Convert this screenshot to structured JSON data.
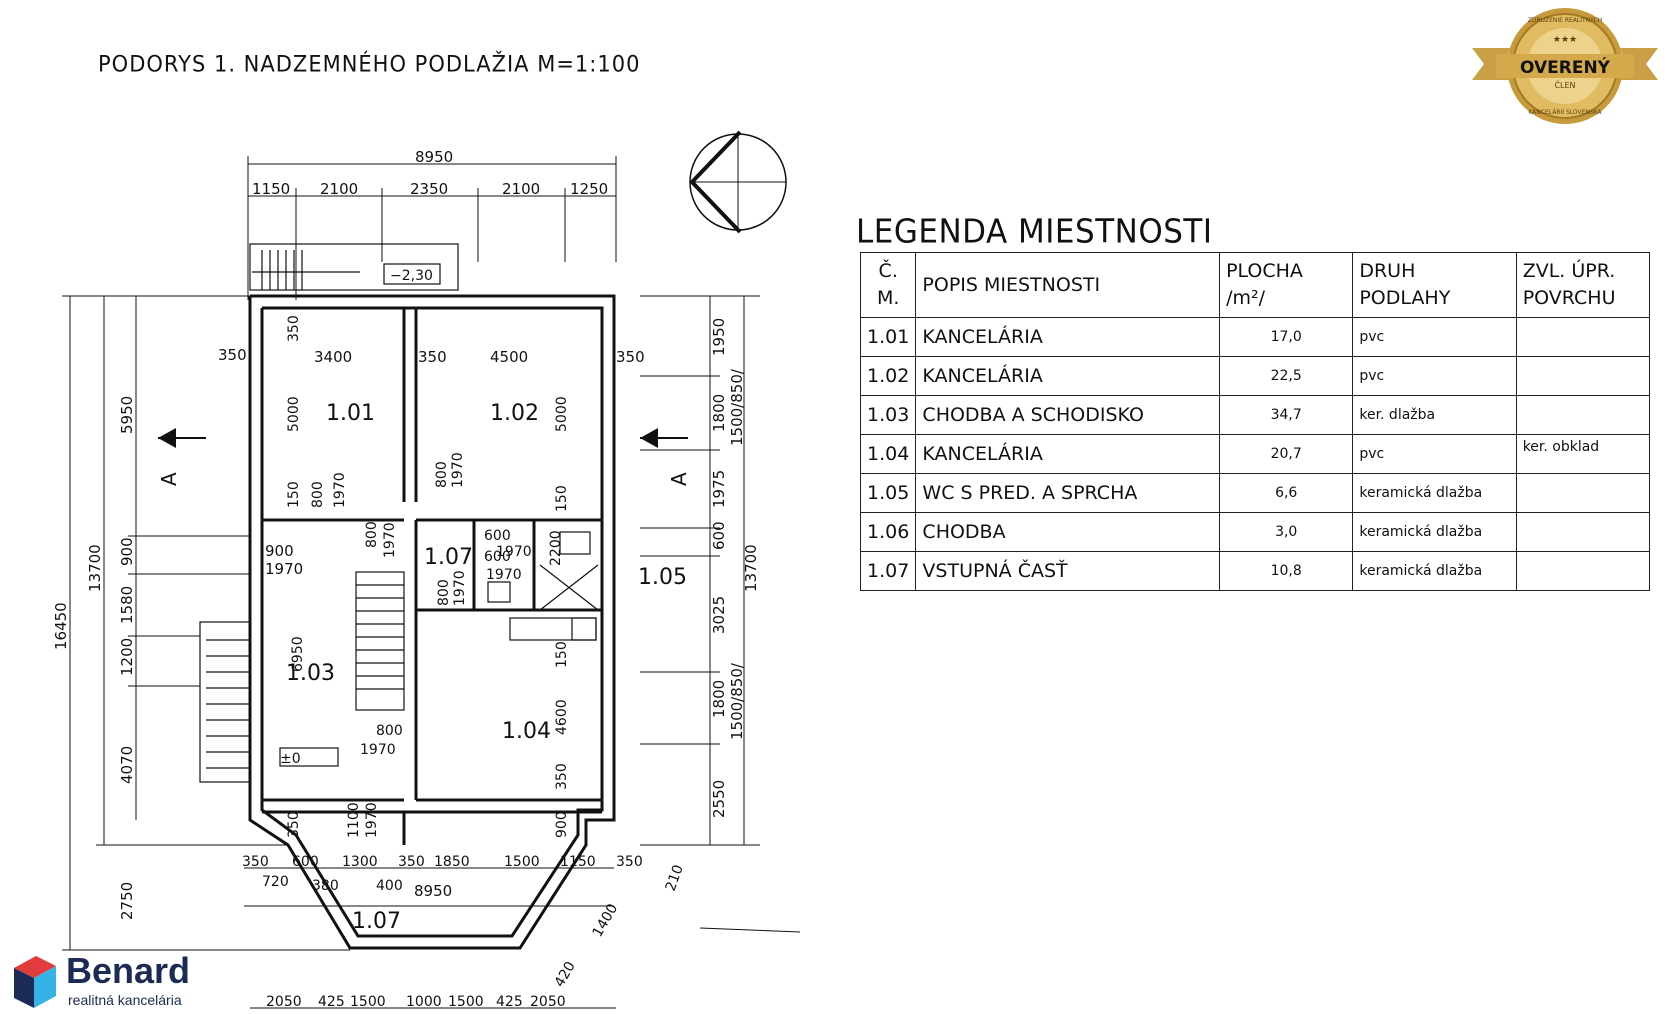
{
  "title": "PODORYS   1. NADZEMNÉHO  PODLAŽIA    M=1:100",
  "plan": {
    "top_dims": {
      "total": "8950",
      "d1": "1150",
      "d2": "2100",
      "d3": "2350",
      "d4": "2100",
      "d5": "1250"
    },
    "level_top": "−2,30",
    "level_floor": "±0",
    "rooms": {
      "r101": "1.01",
      "r102": "1.02",
      "r103": "1.03",
      "r104": "1.04",
      "r105": "1.05",
      "r107": "1.07",
      "r107b": "1.07"
    },
    "left_dims": {
      "total": "16450",
      "d13700": "13700",
      "d5950": "5950",
      "d900": "900",
      "d1580": "1580",
      "d1200": "1200",
      "d4070": "4070",
      "d2750": "2750"
    },
    "right_dims": {
      "d1950": "1950",
      "d1800": "1800",
      "d1500a": "1500/850/",
      "d1975": "1975",
      "d600": "600",
      "d3025": "3025",
      "d13700": "13700",
      "d1800b": "1800",
      "d1500b": "1500/850/",
      "d2550": "2550"
    },
    "inner_dims": {
      "a350": "350",
      "a3400": "3400",
      "a350b": "350",
      "a4500": "4500",
      "a350c": "350",
      "v350": "350",
      "v5000": "5000",
      "v150": "150",
      "v800": "800",
      "v1970": "1970",
      "v5000b": "5000",
      "v800b": "800",
      "v1970b": "1970",
      "v150b": "150",
      "h900": "900",
      "h1970": "1970",
      "v6950": "6950",
      "v800c": "800",
      "v1970c": "1970",
      "h600": "600",
      "h1970b": "1970",
      "h2200": "2200",
      "h600b": "600",
      "h1970c": "1970",
      "v800d": "800",
      "v1970d": "1970",
      "v150c": "150",
      "v4600": "4600",
      "v350b": "350",
      "h800": "800",
      "h1970d": "1970",
      "v350c": "350",
      "v1100": "1100",
      "v1970e": "1970",
      "v900": "900"
    },
    "bottom_dims": {
      "b350": "350",
      "b600": "600",
      "b1300": "1300",
      "b350b": "350",
      "b1850": "1850",
      "b1500": "1500",
      "b1150": "1150",
      "b350c": "350",
      "b720": "720",
      "b380": "380",
      "b400": "400",
      "b8950": "8950",
      "b210": "210",
      "b1400": "1400",
      "b420": "420"
    },
    "base_dims": {
      "c2050": "2050",
      "c425": "425",
      "c1500": "1500",
      "c1000": "1000",
      "c1500b": "1500",
      "c425b": "425",
      "c2050b": "2050"
    },
    "section_mark": "A"
  },
  "legend": {
    "title": "LEGENDA  MIESTNOSTI",
    "headers": {
      "num": "Č.\nM.",
      "desc": "POPIS  MIESTNOSTI",
      "area": "PLOCHA\n/m²/",
      "floor": "DRUH\nPODLAHY",
      "extra": "ZVL.  ÚPR.\nPOVRCHU"
    },
    "rows": [
      {
        "num": "1.01",
        "desc": "KANCELÁRIA",
        "area": "17,0",
        "floor": "pvc",
        "extra": ""
      },
      {
        "num": "1.02",
        "desc": "KANCELÁRIA",
        "area": "22,5",
        "floor": "pvc",
        "extra": ""
      },
      {
        "num": "1.03",
        "desc": "CHODBA  A  SCHODISKO",
        "area": "34,7",
        "floor": "ker.  dlažba",
        "extra": ""
      },
      {
        "num": "1.04",
        "desc": "KANCELÁRIA",
        "area": "20,7",
        "floor": "pvc",
        "extra": "ker.  obklad"
      },
      {
        "num": "1.05",
        "desc": "WC  S  PRED.  A  SPRCHA",
        "area": "6,6",
        "floor": "keramická  dlažba",
        "extra": ""
      },
      {
        "num": "1.06",
        "desc": "CHODBA",
        "area": "3,0",
        "floor": "keramická  dlažba",
        "extra": ""
      },
      {
        "num": "1.07",
        "desc": "VSTUPNÁ  ČASŤ",
        "area": "10,8",
        "floor": "keramická  dlažba",
        "extra": ""
      }
    ]
  },
  "badge": {
    "top": "ZDRUŽENIE REALITNÝCH",
    "main": "OVERENÝ",
    "sub": "ČLEN",
    "bottom": "KANCELÁRIÍ SLOVENSKA",
    "stars": "★★★"
  },
  "brand": {
    "name": "Benard",
    "tagline": "realitná kancelária"
  }
}
